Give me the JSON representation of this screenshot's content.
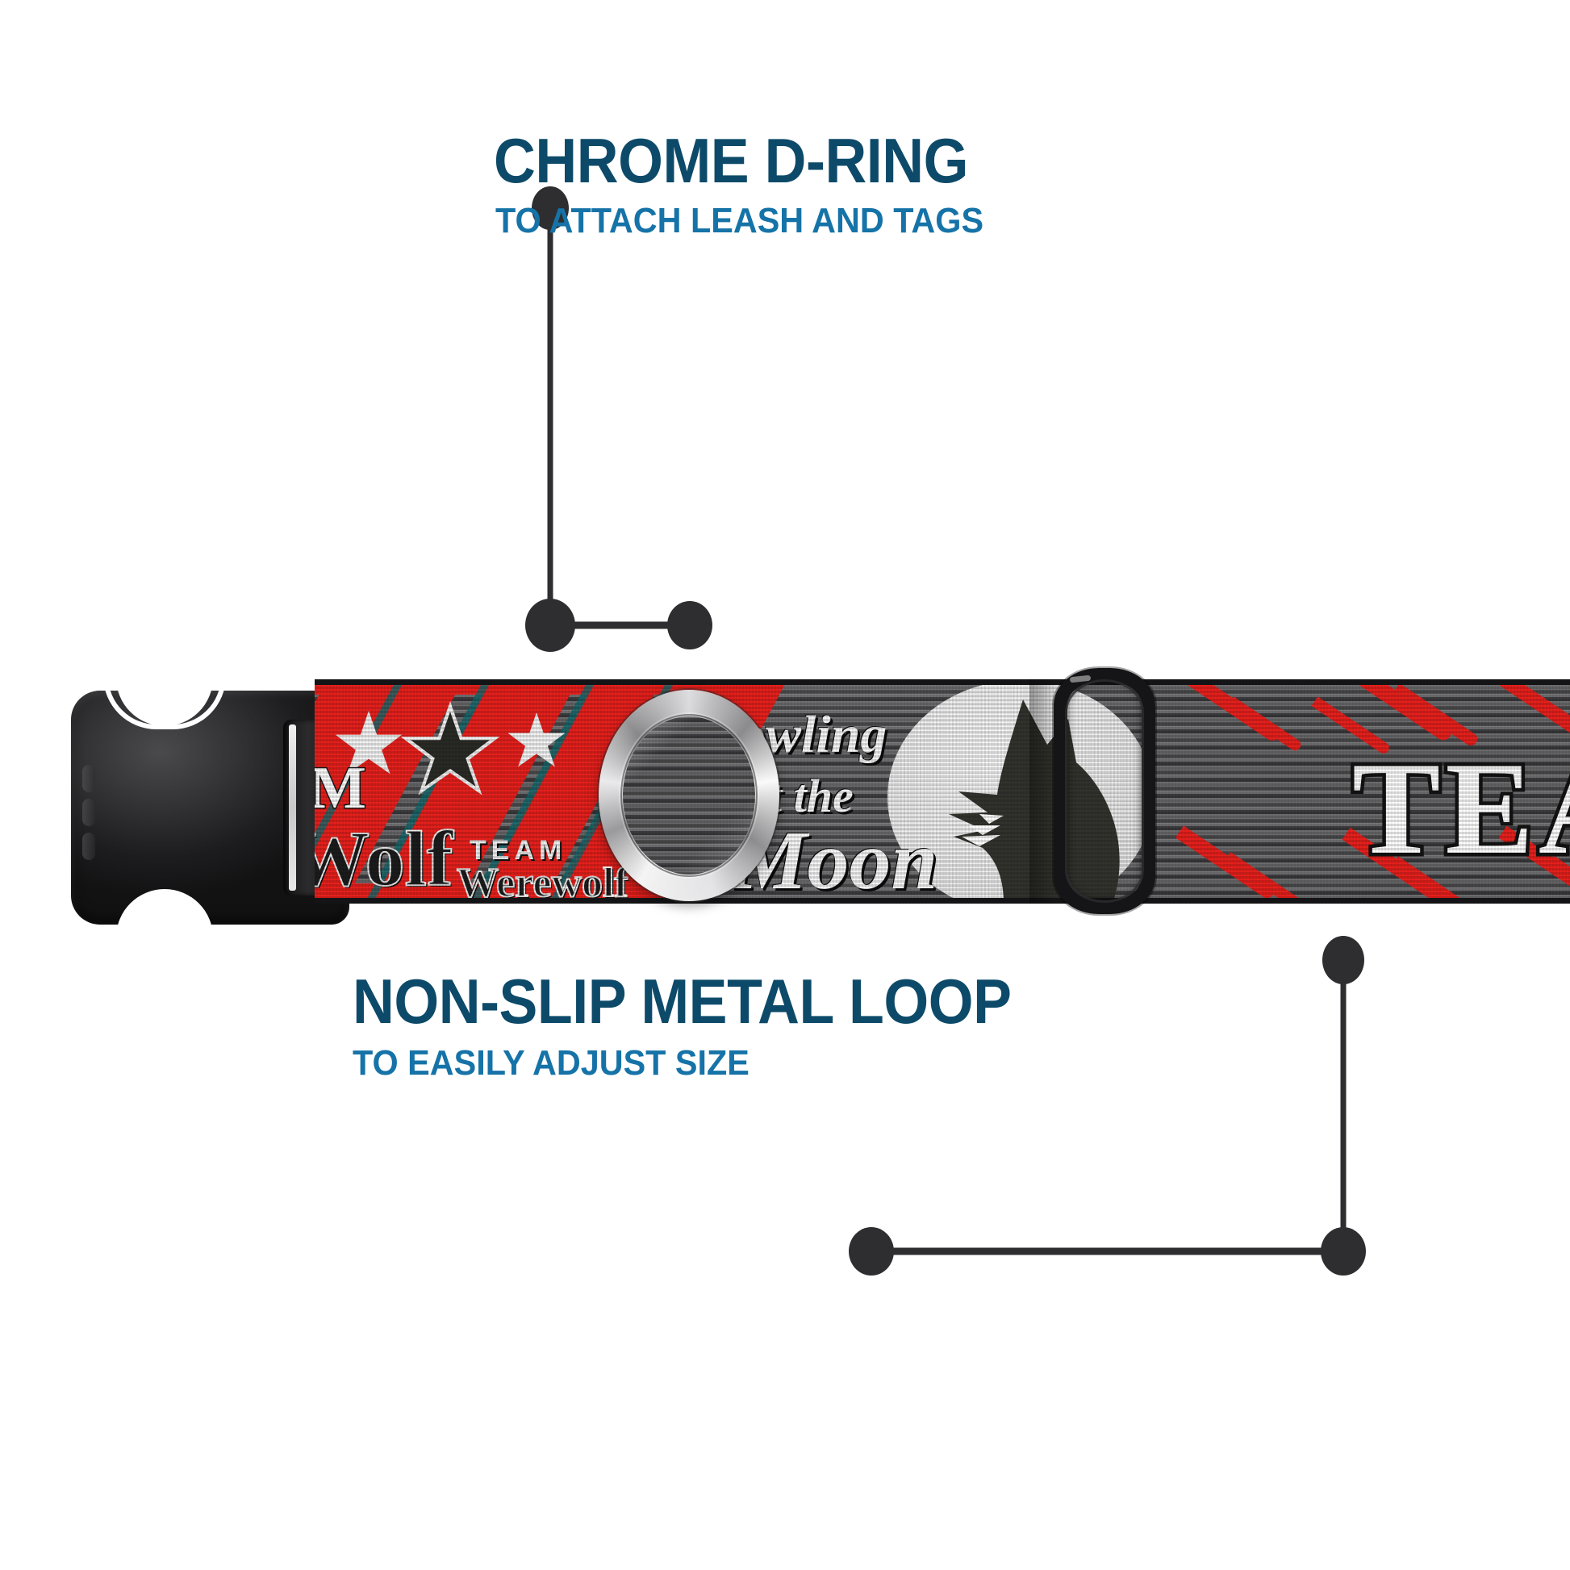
{
  "page": {
    "background_color": "#ffffff",
    "product": "patterned dog collar with chrome d-ring and non-slip metal loop"
  },
  "callouts": [
    {
      "id": "chrome-d-ring",
      "title": "CHROME D-RING",
      "subtitle": "TO ATTACH LEASH AND TAGS",
      "title_color": "#0d4a69",
      "subtitle_color": "#1673a8",
      "leader_color": "#2e2e30"
    },
    {
      "id": "non-slip-metal-loop",
      "title": "NON-SLIP METAL LOOP",
      "subtitle": "TO EASILY ADJUST SIZE",
      "title_color": "#0d4a69",
      "subtitle_color": "#1673a8",
      "leader_color": "#2e2e30"
    }
  ],
  "collar": {
    "buckle": {
      "name": "side-release-buckle",
      "color": "#2b2b2d"
    },
    "d_ring": {
      "name": "chrome-d-ring",
      "finish": "chrome",
      "color": "#d8d8da"
    },
    "metal_loop": {
      "name": "non-slip-metal-loop",
      "finish": "matte black metal",
      "color": "#151517"
    },
    "strap": {
      "base_color": "#6e6e70",
      "accent_color": "#e8201c",
      "edge_color": "#141416",
      "artwork": {
        "segment_a": {
          "brand_line_1": "TEAM",
          "brand_line_2": "Werewolf",
          "big_word": "Wolf",
          "big_letter": "M",
          "stars": 3
        },
        "segment_b": {
          "line_1": "owling",
          "line_2": "at the",
          "line_3": "Moon",
          "graphic": "howling wolf silhouette on full moon"
        },
        "segment_c": {
          "varsity_text": "TEA"
        }
      }
    }
  }
}
